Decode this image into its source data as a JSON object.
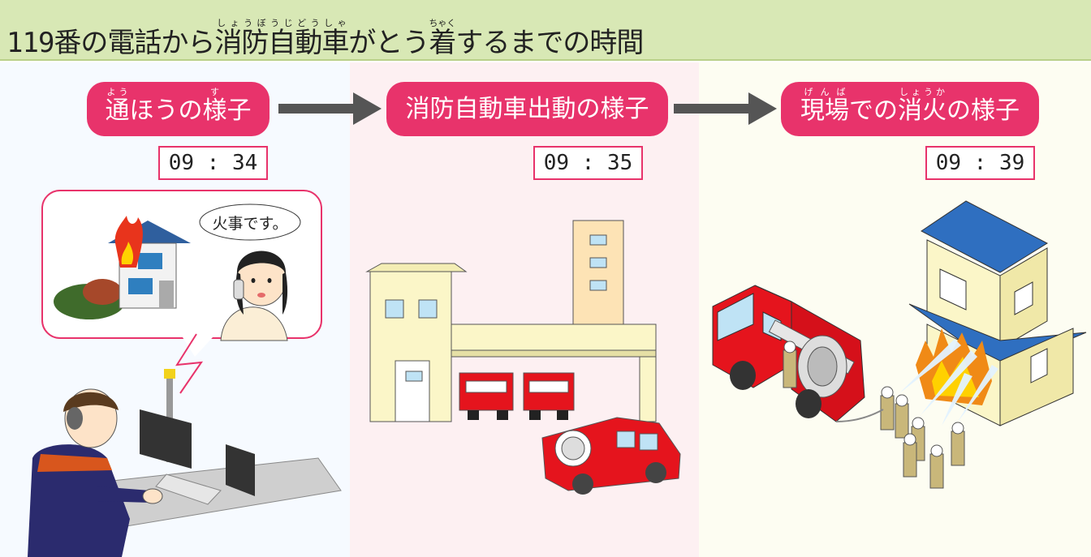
{
  "title": {
    "prefix": "119番の電話から",
    "w1": "消防自動車",
    "r1": "しょうぼうじどうしゃ",
    "w2": "がとう",
    "w3": "着",
    "r3": "ちゃく",
    "w4": "するまでの時間"
  },
  "steps": [
    {
      "w1": "通",
      "r1": "よう",
      "mid": "ほうの",
      "w2": "様",
      "r2": "す",
      "tail": "子",
      "time": "09 : 34"
    },
    {
      "label": "消防自動車出動の様子",
      "time": "09 : 35"
    },
    {
      "w1": "現場",
      "r1": "げんば",
      "mid": "での",
      "w2": "消火",
      "r2": "しょうか",
      "tail": "の様子",
      "time": "09 : 39"
    }
  ],
  "speech": "火事です。",
  "colors": {
    "header": "#d8e8b5",
    "accent": "#e8336b",
    "arrow": "#555555"
  }
}
